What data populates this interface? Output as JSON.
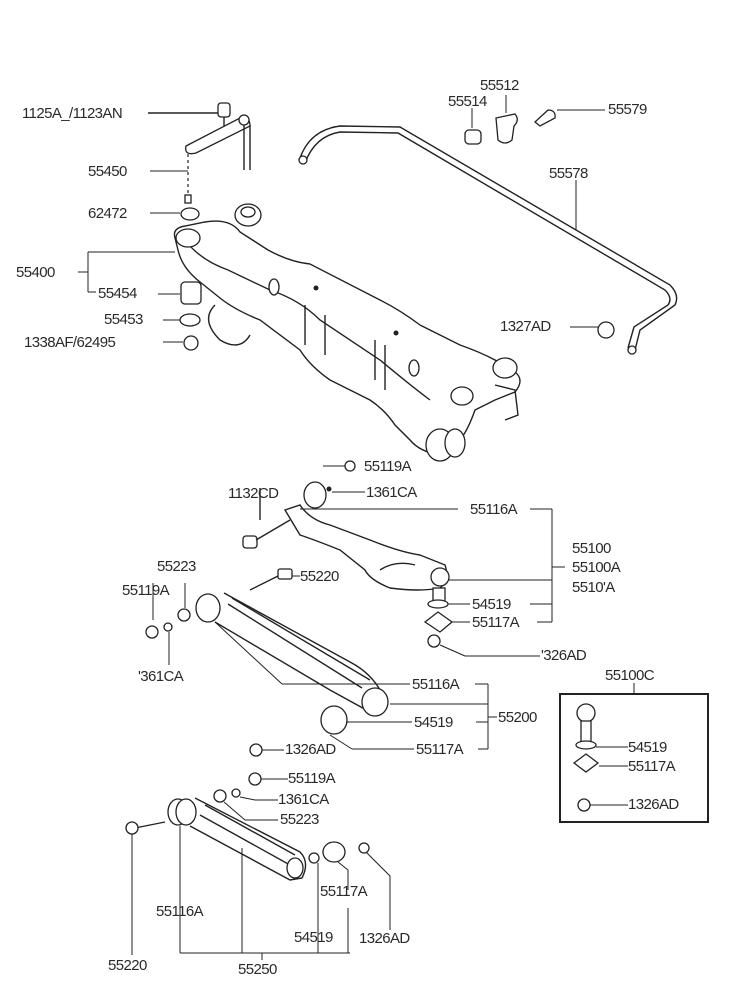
{
  "diagram": {
    "title": "Rear suspension crossmember & control arms parts diagram",
    "labels": {
      "bolt_nut_upper": "1125A_/1123AN",
      "link_55450": "55450",
      "nut_62472": "62472",
      "crossmember_55400": "55400",
      "bushing_55454": "55454",
      "washer_55453": "55453",
      "nut_1338AF": "1338AF/62495",
      "bushing_55514": "55514",
      "bracket_55512": "55512",
      "bolt_55579": "55579",
      "stabilizer_bar_55578": "55578",
      "nut_1327AD": "1327AD",
      "nut_55119A_top": "55119A",
      "washer_1361CA_top": "1361CA",
      "bolt_1132CD": "1132CD",
      "bushing_55116A_top": "55116A",
      "arm_55100": "55100",
      "arm_55100A": "55100A",
      "arm_5510_A": "5510'A",
      "ball_joint_54519_top": "54519",
      "boot_55117A_top": "55117A",
      "nut_1326AD_top": "'326AD",
      "washer_55223_mid": "55223",
      "nut_55119A_mid": "55119A",
      "bolt_55220_mid": "55220",
      "washer_1361CA_mid": "'361CA",
      "bushing_55116A_mid": "55116A",
      "arm_55200": "55200",
      "ball_joint_54519_mid": "54519",
      "nut_1326AD_mid": "1326AD",
      "boot_55117A_mid": "55117A",
      "kit_55100C": "55100C",
      "kit_54519": "54519",
      "kit_55117A": "55117A",
      "kit_1326AD": "1326AD",
      "nut_55119A_low": "55119A",
      "washer_1361CA_low": "1361CA",
      "washer_55223_low": "55223",
      "bushing_55116A_low": "55116A",
      "boot_55117A_low": "55117A",
      "ball_joint_54519_low": "54519",
      "nut_1326AD_low": "1326AD",
      "bolt_55220_low": "55220",
      "arm_55250": "55250"
    }
  }
}
